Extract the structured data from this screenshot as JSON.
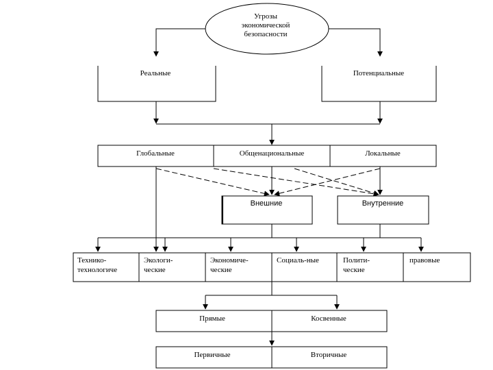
{
  "root": {
    "line1": "Угрозы",
    "line2": "экономической",
    "line3": "безопасности"
  },
  "level1": {
    "real": "Реальные",
    "potential": "Потенциальные"
  },
  "level2": {
    "global": "Глобальные",
    "national": "Общенациональные",
    "local": "Локальные"
  },
  "level3": {
    "external": "Внешние",
    "internal": "Внутренние"
  },
  "level4": {
    "tech_1": "Технико-",
    "tech_2": "технологиче",
    "eco_1": "Экологи-",
    "eco_2": "ческие",
    "econ_1": "Экономиче-",
    "econ_2": "ческие",
    "social": "Социаль-ные",
    "pol_1": "Полити-",
    "pol_2": "ческие",
    "legal": "правовые"
  },
  "level5": {
    "direct": "Прямые",
    "indirect": "Косвенные"
  },
  "level6": {
    "primary": "Первичные",
    "secondary": "Вторичные"
  }
}
